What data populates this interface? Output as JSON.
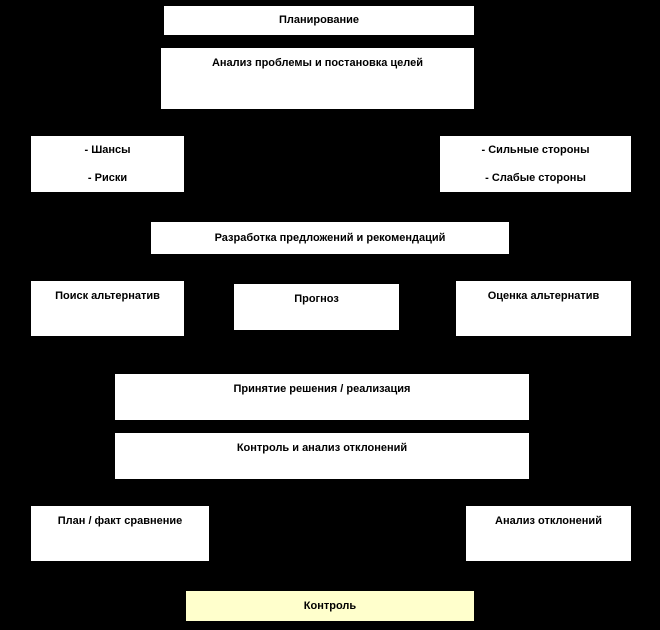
{
  "page": {
    "background_color": "#000000",
    "box_color": "#ffffff",
    "text_color": "#000000"
  },
  "diagram": {
    "planning": {
      "label": "Планирование"
    },
    "analysis": {
      "label": "Анализ проблемы и постановка целей"
    },
    "chances": {
      "line1": "- Шансы",
      "line2": "- Риски"
    },
    "strengths": {
      "line1": "- Сильные стороны",
      "line2": "- Слабые стороны"
    },
    "development": {
      "label": "Разработка предложений и рекомендаций"
    },
    "search_alternatives": {
      "label": "Поиск альтернатив"
    },
    "forecast": {
      "label": "Прогноз"
    },
    "evaluation_alternatives": {
      "label": "Оценка альтернатив"
    },
    "decision": {
      "label": "Принятие решения / реализация"
    },
    "control_analysis": {
      "label": "Контроль и анализ отклонений"
    },
    "plan_fact": {
      "label": "План / факт сравнение"
    },
    "deviation_analysis": {
      "label": "Анализ отклонений"
    },
    "control": {
      "label": "Контроль",
      "background": "#ffffcc"
    }
  }
}
